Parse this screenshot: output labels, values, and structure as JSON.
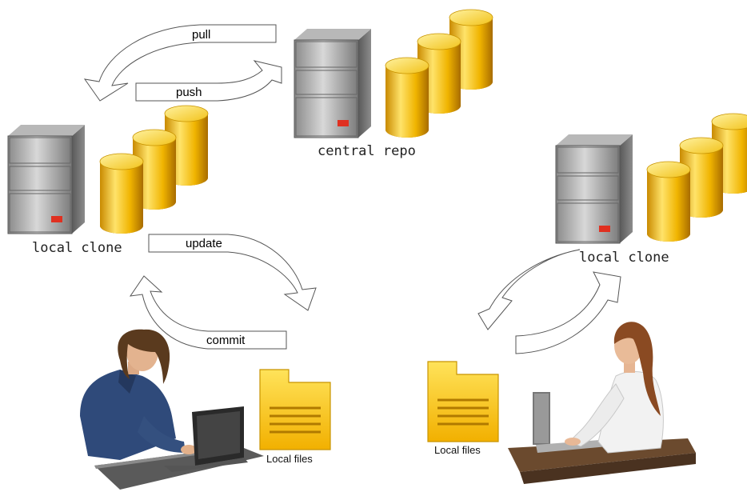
{
  "labels": {
    "central_repo": "central repo",
    "local_clone_left": "local clone",
    "local_clone_right": "local clone",
    "local_files_left": "Local files",
    "local_files_right": "Local files"
  },
  "arrows": {
    "pull": "pull",
    "push": "push",
    "update": "update",
    "commit": "commit"
  },
  "colors": {
    "server_gray": "#9a9a9a",
    "db_gold": "#f2b400",
    "folder_yellow": "#f6c800",
    "led_red": "#e03020"
  }
}
